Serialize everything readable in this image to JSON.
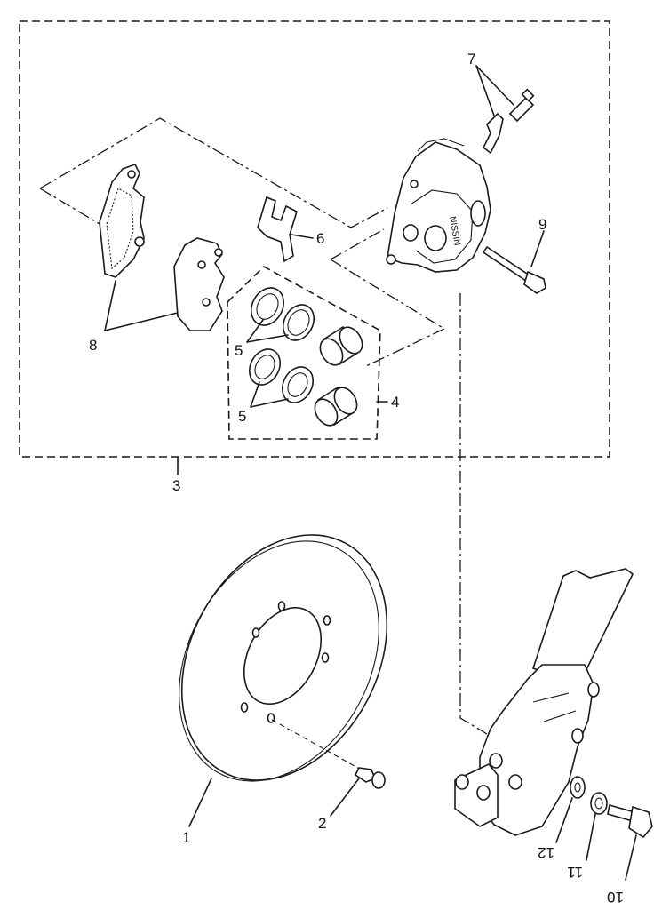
{
  "callouts": {
    "c1": "1",
    "c2": "2",
    "c3": "3",
    "c4": "4",
    "c5a": "5",
    "c5b": "5",
    "c6": "6",
    "c7": "7",
    "c8": "8",
    "c9": "9",
    "c10": "10",
    "c11": "11",
    "c12": "12"
  }
}
